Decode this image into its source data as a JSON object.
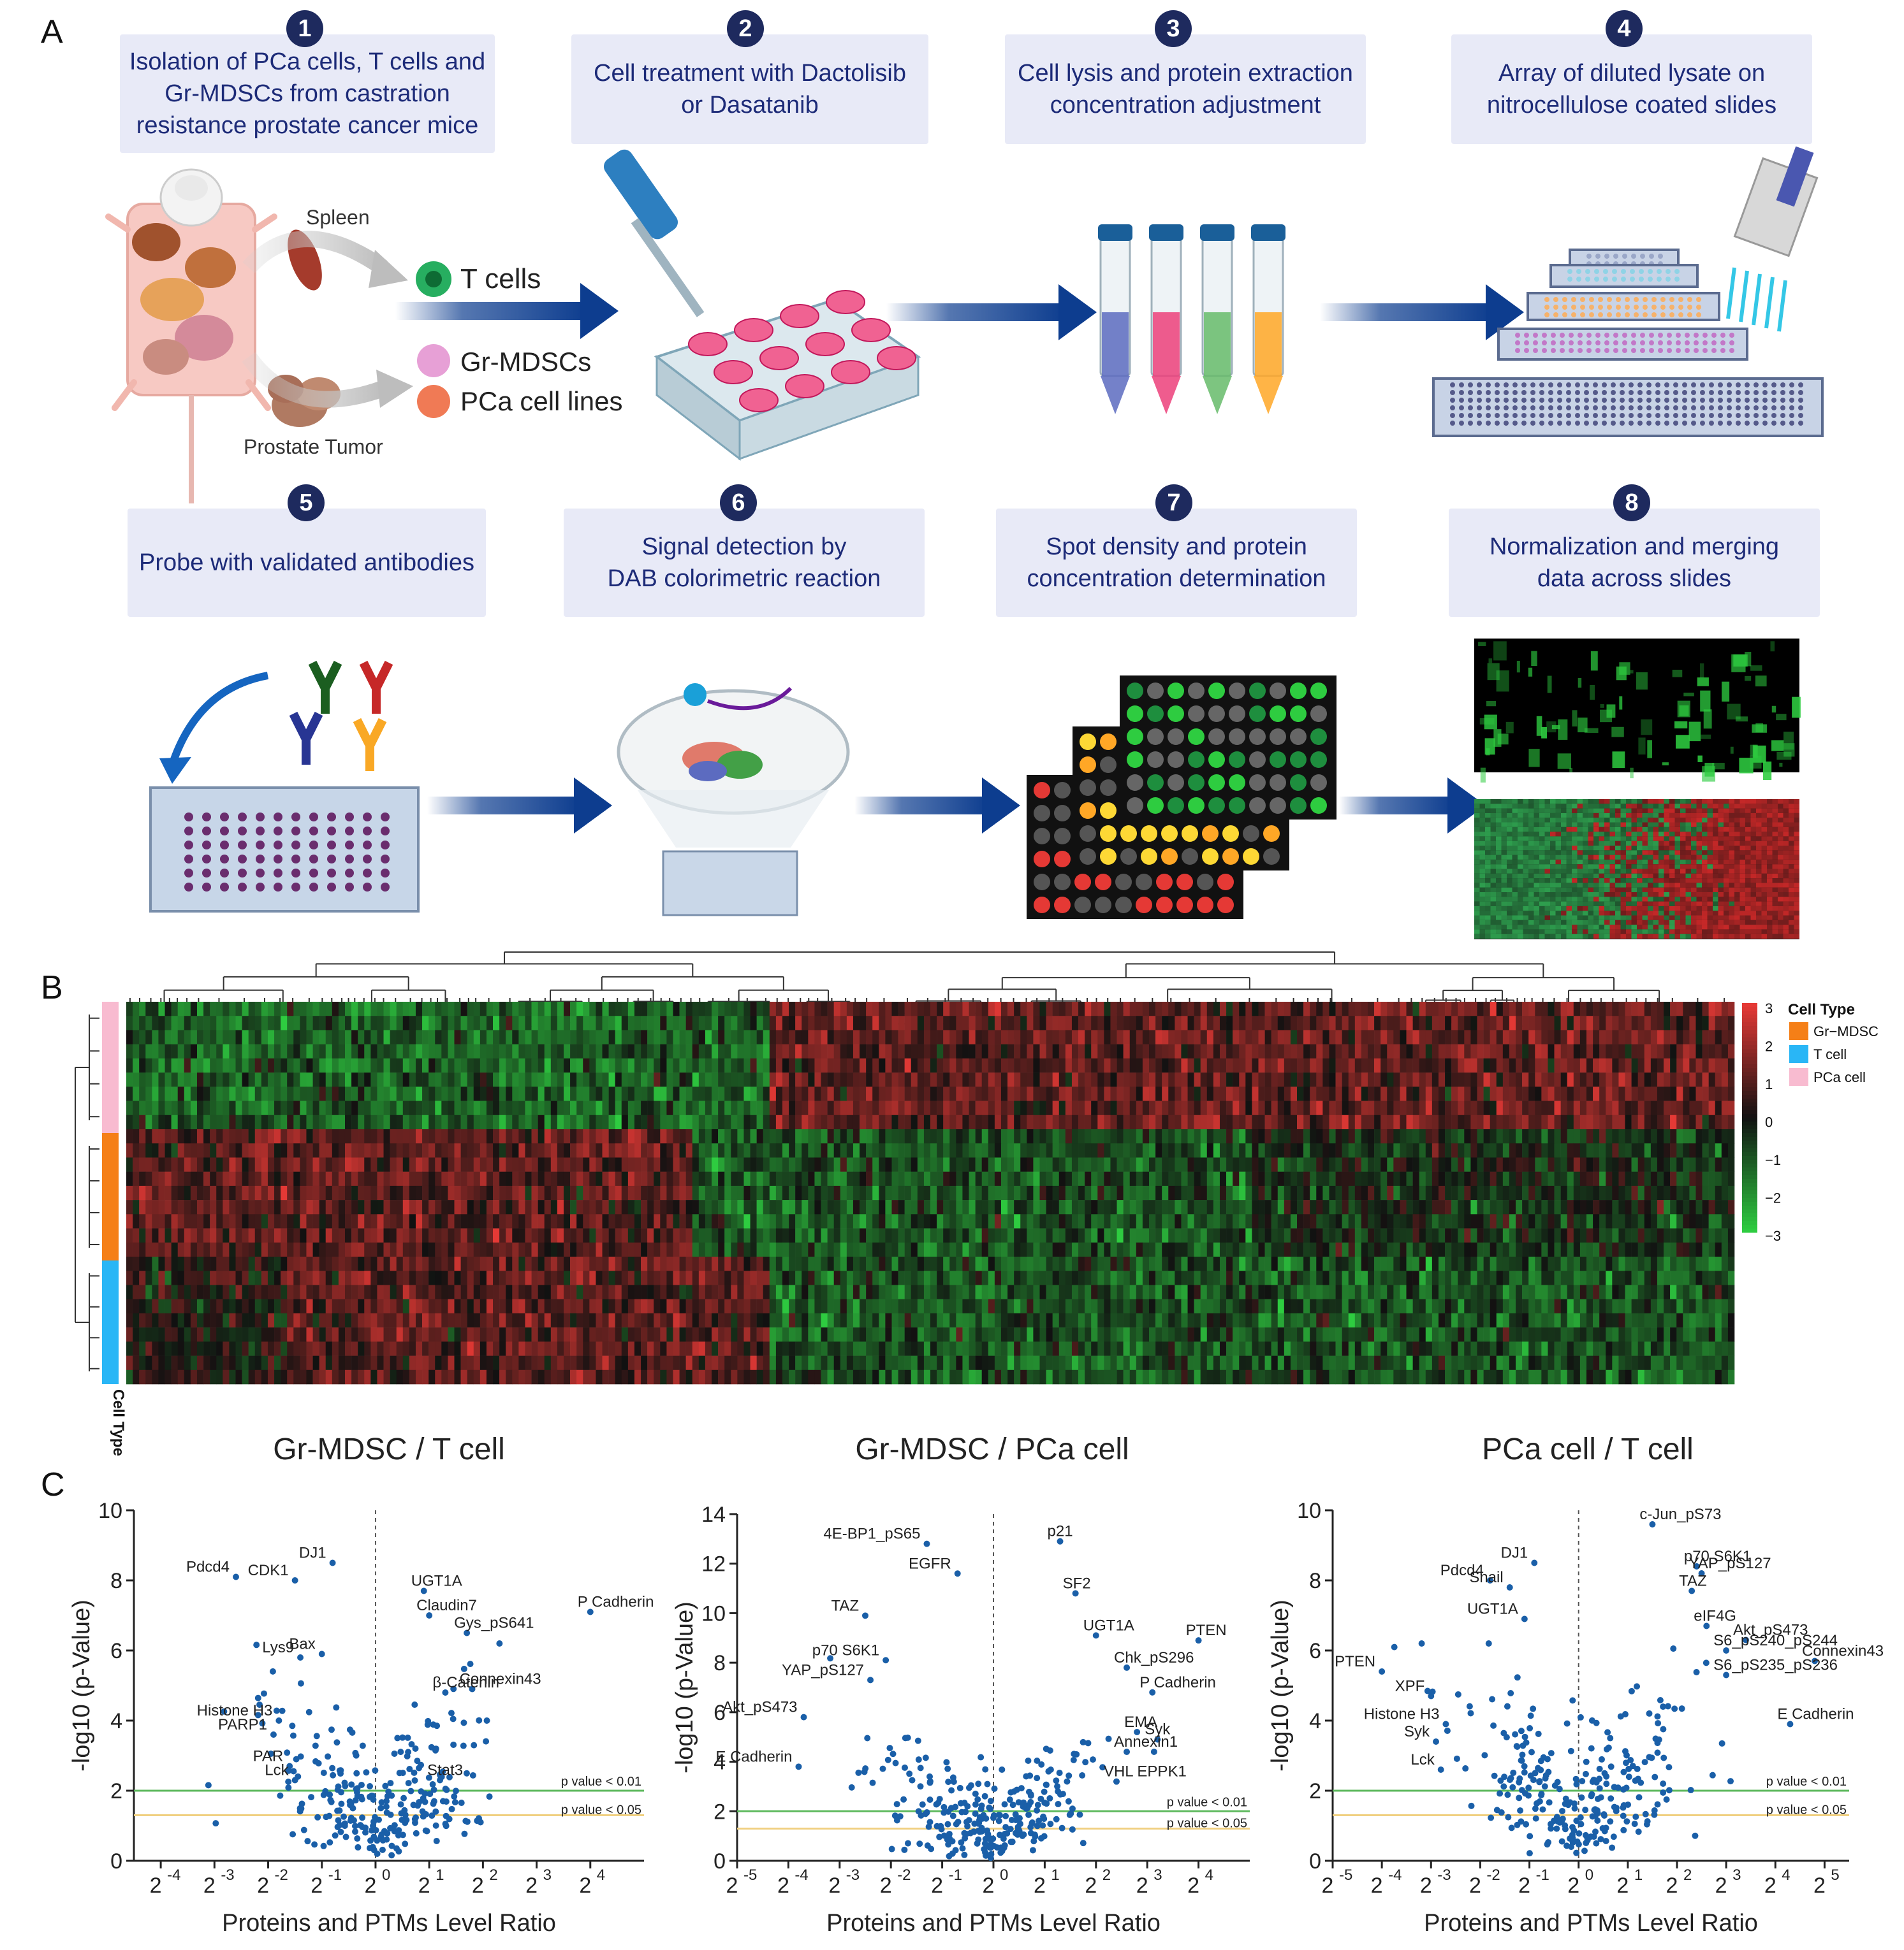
{
  "panel_labels": {
    "a": "A",
    "b": "B",
    "c": "C"
  },
  "steps": [
    {
      "num": "1",
      "text": "Isolation of PCa cells, T cells and\nGr-MDSCs from castration\nresistance prostate cancer mice"
    },
    {
      "num": "2",
      "text": "Cell treatment with Dactolisib\nor Dasatanib"
    },
    {
      "num": "3",
      "text": "Cell lysis and protein extraction\nconcentration adjustment"
    },
    {
      "num": "4",
      "text": "Array of diluted lysate on\nnitrocellulose coated slides"
    },
    {
      "num": "5",
      "text": "Probe with validated antibodies"
    },
    {
      "num": "6",
      "text": "Signal detection by\nDAB colorimetric reaction"
    },
    {
      "num": "7",
      "text": "Spot density and protein\nconcentration determination"
    },
    {
      "num": "8",
      "text": "Normalization and merging\ndata across slides"
    }
  ],
  "mouse_labels": {
    "spleen": "Spleen",
    "tumor": "Prostate Tumor",
    "tcells": "T cells",
    "mdsc": "Gr-MDSCs",
    "pca": "PCa cell lines"
  },
  "heatmap": {
    "legend_title": "Cell Type",
    "legend_items": [
      {
        "label": "Gr−MDSC",
        "color": "#f57f17"
      },
      {
        "label": "T cell",
        "color": "#29b6f6"
      },
      {
        "label": "PCa cell",
        "color": "#f8bbd0"
      }
    ],
    "scale_ticks": [
      "3",
      "2",
      "1",
      "0",
      "−1",
      "−2",
      "−3"
    ],
    "side_label": "Cell Type",
    "colors": {
      "high": "#e53935",
      "mid": "#111111",
      "low": "#2ecc40"
    }
  },
  "chart_data": [
    {
      "type": "scatter",
      "title": "Gr-MDSC / T cell",
      "xlabel": "Proteins and PTMs Level Ratio",
      "ylabel": "-log10 (p-Value)",
      "xlim_log2": [
        -4.5,
        5
      ],
      "ylim": [
        0,
        10
      ],
      "x_tick_exponents": [
        -4,
        -3,
        -2,
        -1,
        0,
        1,
        2,
        3,
        4
      ],
      "y_ticks": [
        0,
        2,
        4,
        6,
        8,
        10
      ],
      "thresholds": [
        {
          "label": "p value < 0.01",
          "y": 2,
          "color": "#5cb85c"
        },
        {
          "label": "p value < 0.05",
          "y": 1.3,
          "color": "#f0d080"
        }
      ],
      "labeled_points": [
        {
          "label": "DJ1",
          "log2x": -0.8,
          "y": 8.5
        },
        {
          "label": "Pdcd4",
          "log2x": -2.6,
          "y": 8.1
        },
        {
          "label": "CDK1",
          "log2x": -1.5,
          "y": 8.0
        },
        {
          "label": "UGT1A",
          "log2x": 0.9,
          "y": 7.7
        },
        {
          "label": "P Cadherin",
          "log2x": 4.0,
          "y": 7.1
        },
        {
          "label": "Claudin7",
          "log2x": 1.0,
          "y": 7.0
        },
        {
          "label": "Gys_pS641",
          "log2x": 1.7,
          "y": 6.5
        },
        {
          "label": "Bax",
          "log2x": -1.0,
          "y": 5.9
        },
        {
          "label": "Lys9",
          "log2x": -1.4,
          "y": 5.8
        },
        {
          "label": "Histone H3",
          "log2x": -1.8,
          "y": 4.0
        },
        {
          "label": "Connexin43",
          "log2x": 1.8,
          "y": 4.9
        },
        {
          "label": "β-Catenin",
          "log2x": 1.3,
          "y": 4.8
        },
        {
          "label": "PARP1",
          "log2x": -1.9,
          "y": 3.6
        },
        {
          "label": "PAR",
          "log2x": -1.6,
          "y": 2.7
        },
        {
          "label": "Stat3",
          "log2x": 1.2,
          "y": 2.3
        },
        {
          "label": "Lck",
          "log2x": -1.5,
          "y": 2.3
        }
      ],
      "annotations": [
        "Histone H3 arrow",
        "β-Catenin arrow"
      ]
    },
    {
      "type": "scatter",
      "title": "Gr-MDSC / PCa cell",
      "xlabel": "Proteins and PTMs Level Ratio",
      "ylabel": "-log10 (p-Value)",
      "xlim_log2": [
        -5,
        5
      ],
      "ylim": [
        0,
        14
      ],
      "x_tick_exponents": [
        -5,
        -4,
        -3,
        -2,
        -1,
        0,
        1,
        2,
        3,
        4
      ],
      "y_ticks": [
        0,
        2,
        4,
        6,
        8,
        10,
        12,
        14
      ],
      "thresholds": [
        {
          "label": "p value < 0.01",
          "y": 2,
          "color": "#5cb85c"
        },
        {
          "label": "p value < 0.05",
          "y": 1.3,
          "color": "#f0d080"
        }
      ],
      "labeled_points": [
        {
          "label": "4E-BP1_pS65",
          "log2x": -1.3,
          "y": 12.8
        },
        {
          "label": "p21",
          "log2x": 1.3,
          "y": 12.9
        },
        {
          "label": "EGFR",
          "log2x": -0.7,
          "y": 11.6
        },
        {
          "label": "SF2",
          "log2x": 1.6,
          "y": 10.8
        },
        {
          "label": "TAZ",
          "log2x": -2.5,
          "y": 9.9
        },
        {
          "label": "UGT1A",
          "log2x": 2.0,
          "y": 9.1
        },
        {
          "label": "PTEN",
          "log2x": 4.0,
          "y": 8.9
        },
        {
          "label": "p70 S6K1",
          "log2x": -2.1,
          "y": 8.1
        },
        {
          "label": "Chk_pS296",
          "log2x": 2.6,
          "y": 7.8
        },
        {
          "label": "YAP_pS127",
          "log2x": -2.4,
          "y": 7.3
        },
        {
          "label": "P Cadherin",
          "log2x": 3.1,
          "y": 6.8
        },
        {
          "label": "Akt_pS473",
          "log2x": -3.7,
          "y": 5.8
        },
        {
          "label": "EMA",
          "log2x": 2.8,
          "y": 5.2
        },
        {
          "label": "Syk",
          "log2x": 3.2,
          "y": 4.9
        },
        {
          "label": "Annexin1",
          "log2x": 2.6,
          "y": 4.4
        },
        {
          "label": "E Cadherin",
          "log2x": -3.8,
          "y": 3.8
        },
        {
          "label": "VHL EPPK1",
          "log2x": 2.4,
          "y": 3.2
        }
      ],
      "annotations": [
        "Syk arrow"
      ]
    },
    {
      "type": "scatter",
      "title": "PCa cell / T cell",
      "xlabel": "Proteins and PTMs Level Ratio",
      "ylabel": "-log10 (p-Value)",
      "xlim_log2": [
        -5,
        5.5
      ],
      "ylim": [
        0,
        10
      ],
      "x_tick_exponents": [
        -5,
        -4,
        -3,
        -2,
        -1,
        0,
        1,
        2,
        3,
        4,
        5
      ],
      "y_ticks": [
        0,
        2,
        4,
        6,
        8,
        10
      ],
      "thresholds": [
        {
          "label": "p value < 0.01",
          "y": 2,
          "color": "#5cb85c"
        },
        {
          "label": "p value < 0.05",
          "y": 1.3,
          "color": "#f0d080"
        }
      ],
      "labeled_points": [
        {
          "label": "c-Jun_pS73",
          "log2x": 1.5,
          "y": 9.6
        },
        {
          "label": "DJ1",
          "log2x": -0.9,
          "y": 8.5
        },
        {
          "label": "p70 S6K1",
          "log2x": 2.4,
          "y": 8.4
        },
        {
          "label": "Pdcd4",
          "log2x": -1.8,
          "y": 8.0
        },
        {
          "label": "YAP_pS127",
          "log2x": 2.5,
          "y": 8.2
        },
        {
          "label": "Snail",
          "log2x": -1.4,
          "y": 7.8
        },
        {
          "label": "TAZ",
          "log2x": 2.3,
          "y": 7.7
        },
        {
          "label": "UGT1A",
          "log2x": -1.1,
          "y": 6.9
        },
        {
          "label": "Akt_pS473",
          "log2x": 3.4,
          "y": 6.3
        },
        {
          "label": "S6_pS240_pS244",
          "log2x": 3.0,
          "y": 6.0
        },
        {
          "label": "eIF4G",
          "log2x": 2.6,
          "y": 6.7
        },
        {
          "label": "Connexin43",
          "log2x": 4.8,
          "y": 5.7
        },
        {
          "label": "PTEN",
          "log2x": -4.0,
          "y": 5.4
        },
        {
          "label": "S6_pS235_pS236",
          "log2x": 3.0,
          "y": 5.3
        },
        {
          "label": "XPF",
          "log2x": -3.0,
          "y": 4.7
        },
        {
          "label": "Histone H3",
          "log2x": -2.7,
          "y": 3.9
        },
        {
          "label": "E Cadherin",
          "log2x": 4.3,
          "y": 3.9
        },
        {
          "label": "Syk",
          "log2x": -2.9,
          "y": 3.4
        },
        {
          "label": "Lck",
          "log2x": -2.8,
          "y": 2.6
        }
      ],
      "annotations": [
        "Akt_pS473 arrow"
      ]
    }
  ]
}
